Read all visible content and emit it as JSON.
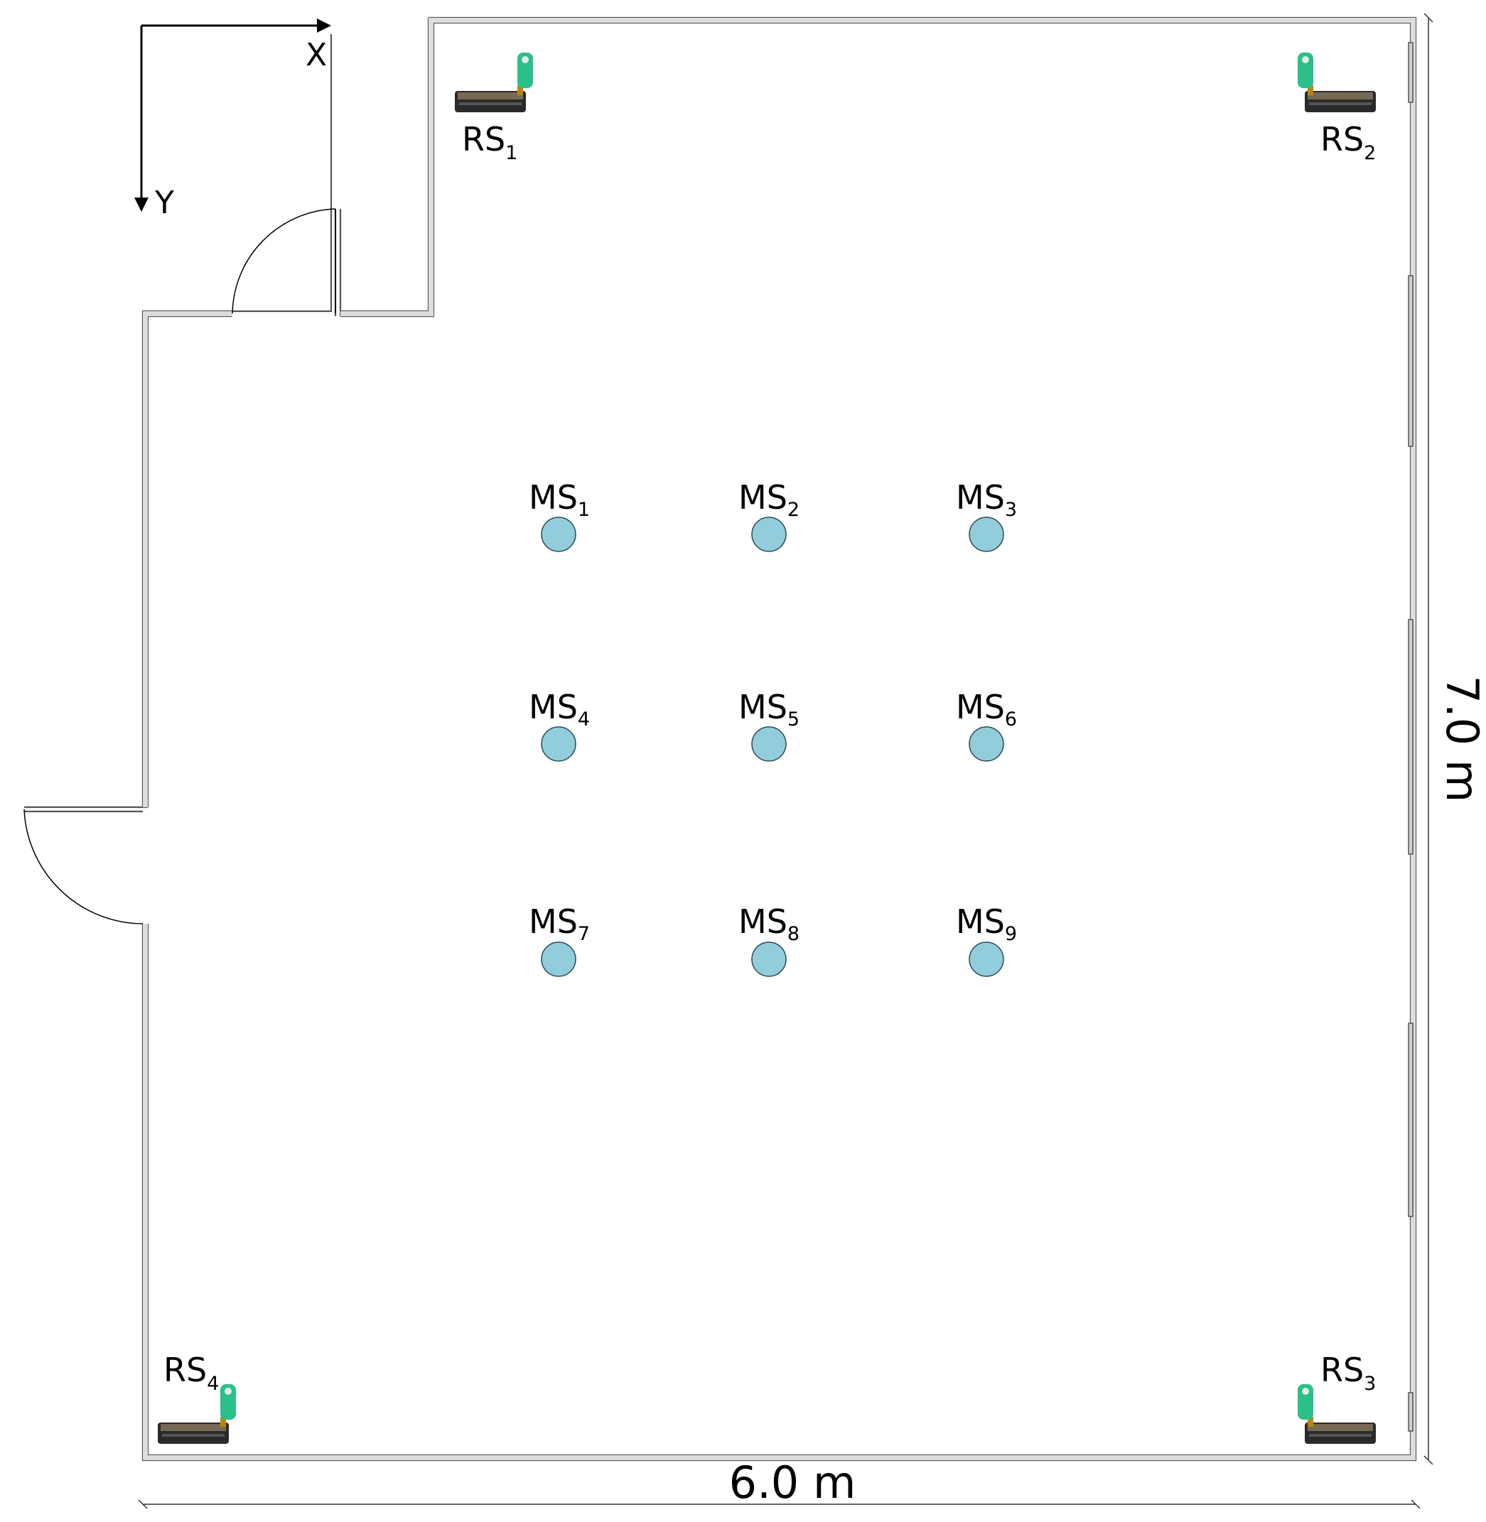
{
  "axes": {
    "x_label": "X",
    "y_label": "Y"
  },
  "dimensions": {
    "width_label": "6.0 m",
    "height_label": "7.0 m"
  },
  "room": {
    "wall_color": "#555555",
    "wall_fill": "#dddddd"
  },
  "reference_stations": [
    {
      "prefix": "RS",
      "sub": "1"
    },
    {
      "prefix": "RS",
      "sub": "2"
    },
    {
      "prefix": "RS",
      "sub": "3"
    },
    {
      "prefix": "RS",
      "sub": "4"
    }
  ],
  "measurement_points": [
    {
      "prefix": "MS",
      "sub": "1"
    },
    {
      "prefix": "MS",
      "sub": "2"
    },
    {
      "prefix": "MS",
      "sub": "3"
    },
    {
      "prefix": "MS",
      "sub": "4"
    },
    {
      "prefix": "MS",
      "sub": "5"
    },
    {
      "prefix": "MS",
      "sub": "6"
    },
    {
      "prefix": "MS",
      "sub": "7"
    },
    {
      "prefix": "MS",
      "sub": "8"
    },
    {
      "prefix": "MS",
      "sub": "9"
    }
  ],
  "colors": {
    "point_fill": "#92cddc",
    "antenna": "#2bbf8a",
    "device_body": "#2a2a2a"
  },
  "icons": {
    "station": "radio-device-icon",
    "point": "circle-marker"
  }
}
